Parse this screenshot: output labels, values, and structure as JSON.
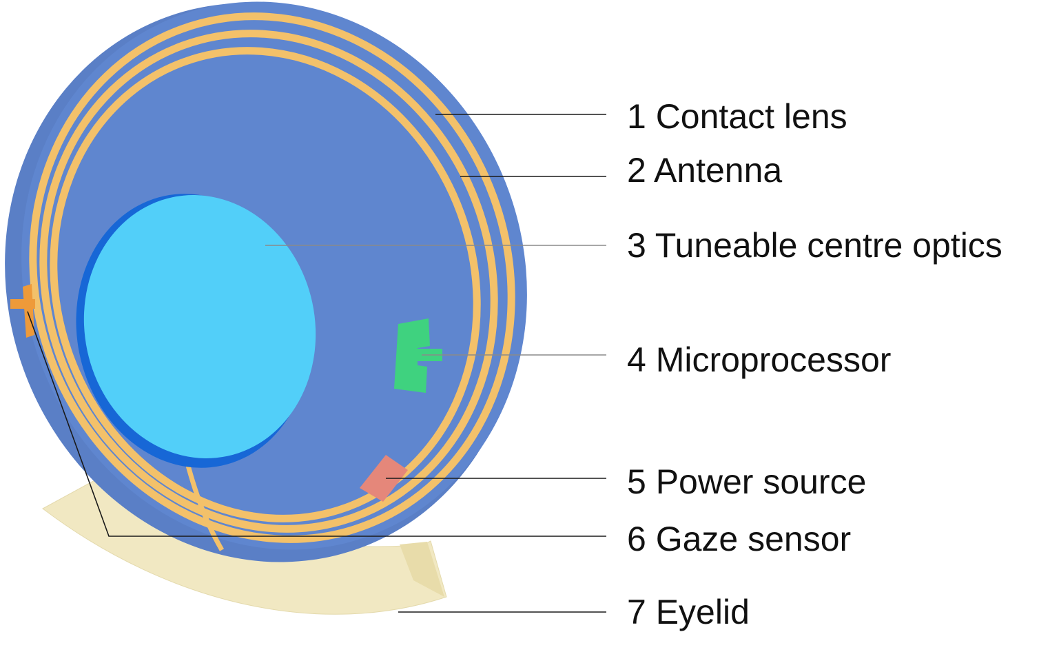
{
  "labels": [
    {
      "id": "contact-lens",
      "text": "1 Contact lens"
    },
    {
      "id": "antenna",
      "text": "2 Antenna"
    },
    {
      "id": "tuneable-centre-optics",
      "text": "3 Tuneable centre optics"
    },
    {
      "id": "microprocessor",
      "text": "4 Microprocessor"
    },
    {
      "id": "power-source",
      "text": "5 Power source"
    },
    {
      "id": "gaze-sensor",
      "text": "6 Gaze sensor"
    },
    {
      "id": "eyelid",
      "text": "7 Eyelid"
    }
  ],
  "colors": {
    "lens": "#5f86cf",
    "lens_edge": "#5a7fc6",
    "antenna": "#f3c16a",
    "optics": "#52cff9",
    "optics_rim": "#1767d6",
    "microprocessor": "#3fd27f",
    "power_source": "#e5877a",
    "gaze_sensor": "#ee9a3a",
    "eyelid": "#f1e8c2",
    "eyelid_shade": "#e2d6a6"
  }
}
